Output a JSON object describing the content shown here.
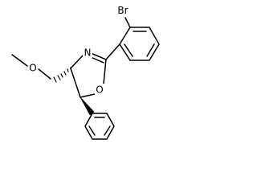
{
  "structure": {
    "atoms": {
      "oxygen_methoxy": "O",
      "nitrogen_ring": "N",
      "oxygen_ring": "O",
      "bromine": "Br"
    }
  },
  "colors": {
    "ink": "#000000",
    "background": "#ffffff"
  }
}
